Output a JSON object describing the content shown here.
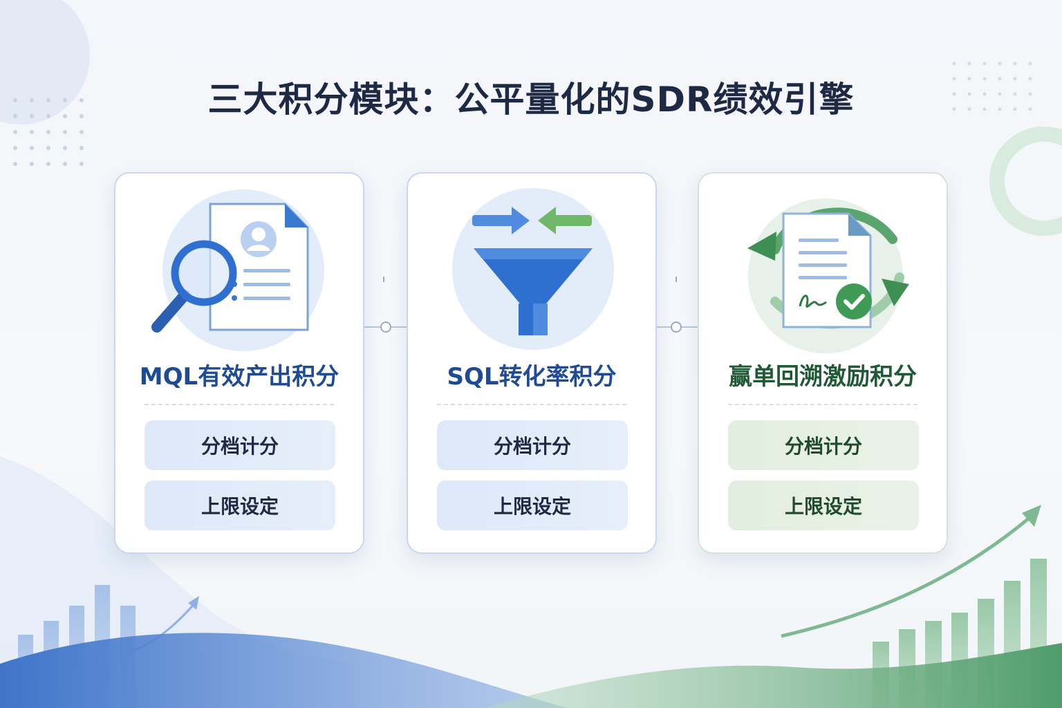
{
  "title": "三大积分模块：公平量化的SDR绩效引擎",
  "colors": {
    "title": "#1e2a44",
    "blue_accent": "#2f6fd0",
    "green_accent": "#3f8f55",
    "blue_title": "#1f4b95",
    "green_title": "#1f5a35"
  },
  "modules": [
    {
      "title": "MQL有效产出积分",
      "icon": "magnifier-document-icon",
      "items": [
        "分档计分",
        "上限设定"
      ]
    },
    {
      "title": "SQL转化率积分",
      "icon": "funnel-arrows-icon",
      "items": [
        "分档计分",
        "上限设定"
      ]
    },
    {
      "title": "赢单回溯激励积分",
      "icon": "contract-cycle-icon",
      "items": [
        "分档计分",
        "上限设定"
      ]
    }
  ]
}
